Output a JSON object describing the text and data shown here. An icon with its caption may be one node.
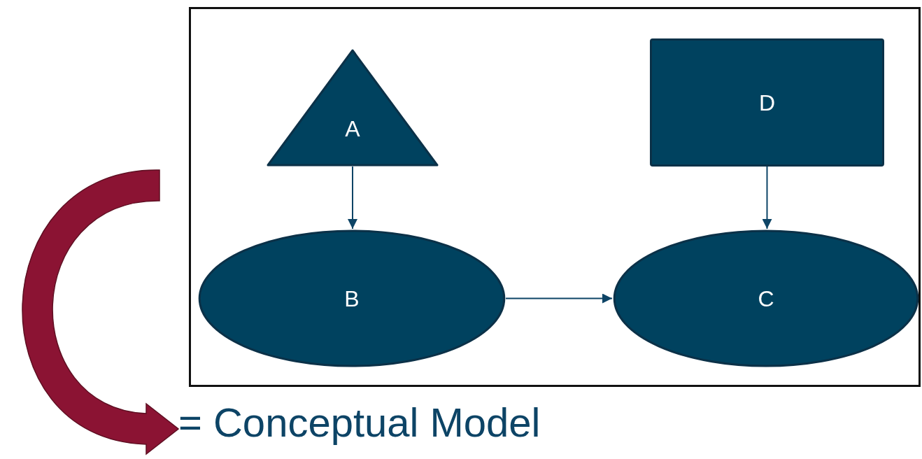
{
  "diagram": {
    "nodes": [
      {
        "text": [],
        "shape": "box"
      },
      {
        "text": [
          "A"
        ],
        "in": 0
      },
      {
        "text": [
          "D"
        ],
        "in": 0
      },
      {
        "text": [
          "B"
        ],
        "in": 0
      },
      {
        "text": [
          "C"
        ],
        "in": 0
      },
      {
        "text": [
          "= Conceptual Model"
        ]
      }
    ],
    "edges": [
      {
        "from": 1,
        "to": 3,
        "arrow": "to"
      },
      {
        "from": 2,
        "to": 4,
        "arrow": "to"
      },
      {
        "from": 3,
        "to": 4,
        "arrow": "to"
      },
      {
        "from": 0,
        "to": 5,
        "arrow": "to",
        "style": "thick",
        "color": "#8b1333"
      }
    ]
  }
}
